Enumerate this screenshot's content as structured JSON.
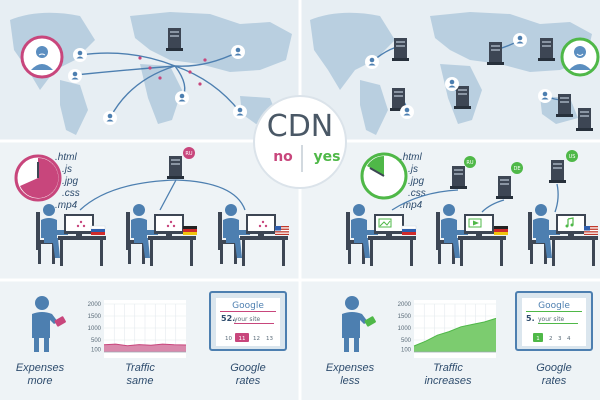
{
  "center_badge": {
    "title": "CDN",
    "no": "no",
    "yes": "yes"
  },
  "colors": {
    "magenta": "#c8467c",
    "green": "#4fb848",
    "blue": "#4d7fb0",
    "navy": "#2e4c6d",
    "map": "#b9cfe0",
    "panel": "#dbe6ee"
  },
  "left": {
    "server_tag": "RU",
    "file_types": [
      ".html",
      ".js",
      ".jpg",
      ".css",
      ".mp4"
    ],
    "flags": [
      "ru-flag",
      "de-flag",
      "us-flag"
    ],
    "expenses": {
      "line1": "Expenses",
      "line2": "more"
    },
    "traffic": {
      "line1": "Traffic",
      "line2": "same"
    },
    "rates": {
      "line1": "Google",
      "line2": "rates"
    },
    "google": {
      "logo": "Google",
      "rank": "52.",
      "site": "your site",
      "pages": [
        "10",
        "11",
        "12",
        "13"
      ]
    }
  },
  "right": {
    "server_tags": [
      "RU",
      "DE",
      "US"
    ],
    "file_types": [
      ".html",
      ".js",
      ".jpg",
      ".css",
      ".mp4"
    ],
    "flags": [
      "ru-flag",
      "de-flag",
      "us-flag"
    ],
    "expenses": {
      "line1": "Expenses",
      "line2": "less"
    },
    "traffic": {
      "line1": "Traffic",
      "line2": "increases"
    },
    "rates": {
      "line1": "Google",
      "line2": "rates"
    },
    "google": {
      "logo": "Google",
      "rank": "5.",
      "site": "your site",
      "pages": [
        "1",
        "2",
        "3",
        "4"
      ]
    }
  },
  "chart_data": [
    {
      "type": "area",
      "title": "",
      "xlabel": "",
      "ylabel": "",
      "ylim": [
        0,
        2000
      ],
      "yticks": [
        "2000",
        "1500",
        "1000",
        "500",
        "100"
      ],
      "series": [
        {
          "values": [
            300,
            330,
            260,
            310,
            280,
            330,
            300,
            290
          ]
        }
      ]
    },
    {
      "type": "area",
      "title": "",
      "xlabel": "",
      "ylabel": "",
      "ylim": [
        0,
        2000
      ],
      "yticks": [
        "2000",
        "1500",
        "1000",
        "500",
        "100"
      ],
      "series": [
        {
          "values": [
            250,
            450,
            700,
            850,
            1050,
            1150,
            1250,
            1400
          ]
        }
      ]
    }
  ]
}
